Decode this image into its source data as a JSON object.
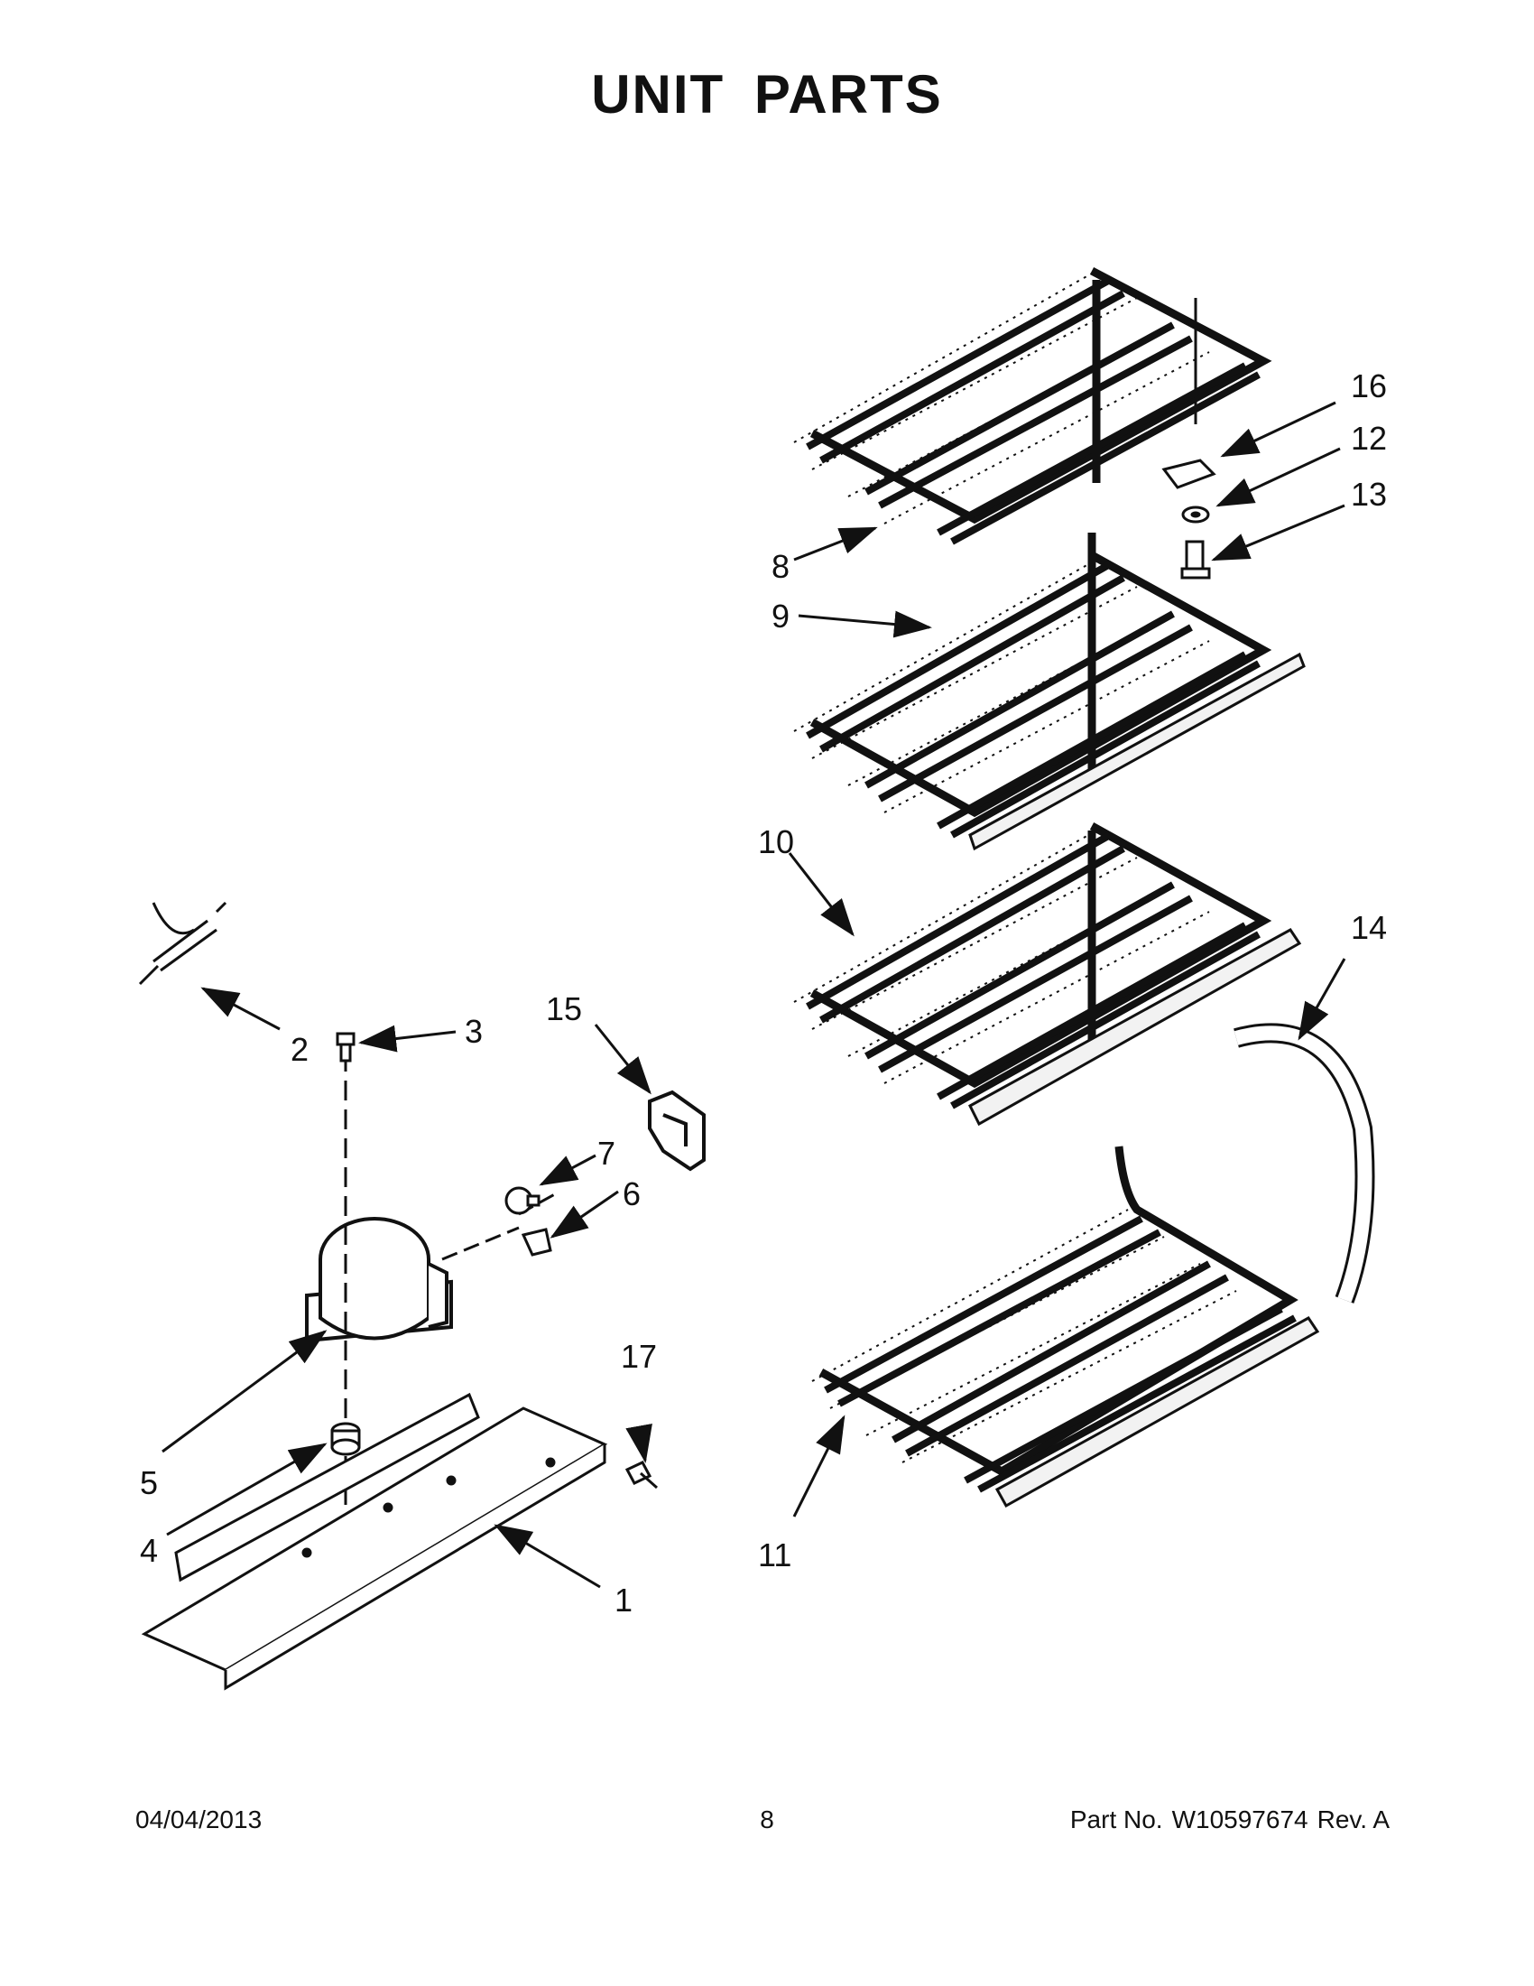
{
  "title": "UNIT PARTS",
  "callouts": [
    "1",
    "2",
    "3",
    "4",
    "5",
    "6",
    "7",
    "8",
    "9",
    "10",
    "11",
    "12",
    "13",
    "14",
    "15",
    "16",
    "17"
  ],
  "footer": {
    "date": "04/04/2013",
    "page": "8",
    "part_label": "Part No.",
    "part_number": "W10597674",
    "rev": "Rev. A"
  }
}
